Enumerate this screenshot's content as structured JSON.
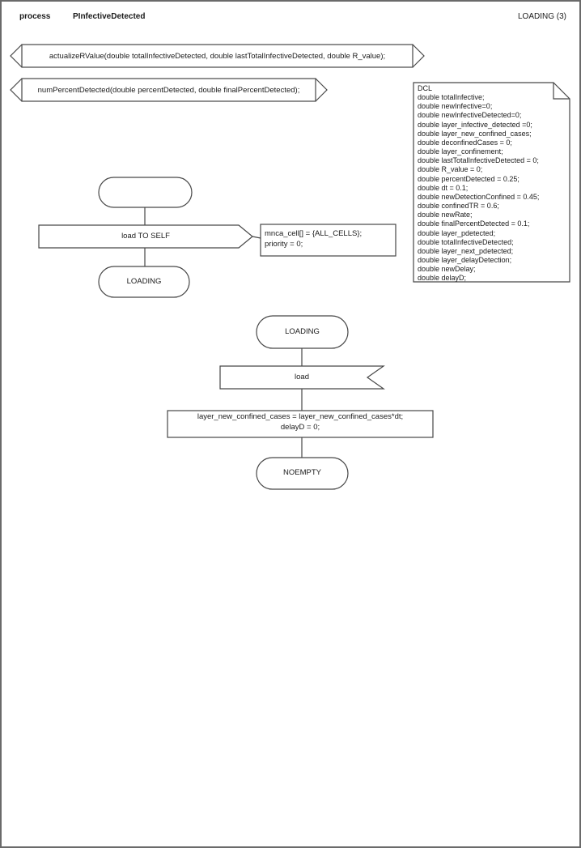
{
  "header": {
    "kind": "process",
    "name": "PInfectiveDetected",
    "page": "LOADING (3)"
  },
  "procedures": [
    "actualizeRValue(double totalInfectiveDetected, double lastTotalInfectiveDetected, double R_value);",
    "numPercentDetected(double percentDetected, double finalPercentDetected);"
  ],
  "declarations": {
    "lines": [
      "DCL",
      "double totalInfective;",
      "double newInfective=0;",
      "double newInfectiveDetected=0;",
      "double layer_infective_detected =0;",
      "double layer_new_confined_cases;",
      "double deconfinedCases = 0;",
      "double layer_confinement;",
      "double lastTotalInfectiveDetected = 0;",
      "double R_value = 0;",
      "double percentDetected = 0.25;",
      "double dt = 0.1;",
      "double newDetectionConfined = 0.45;",
      "double confinedTR = 0.6;",
      "double newRate;",
      "double finalPercentDetected = 0.1;",
      "double layer_pdetected;",
      "double totalInfectiveDetected;",
      "double layer_next_pdetected;",
      "double layer_delayDetection;",
      "double newDelay;",
      "double delayD;"
    ]
  },
  "transition_start": {
    "output_label": "load TO SELF",
    "output_comment": {
      "lines": [
        "mnca_cell[] = {ALL_CELLS};",
        "priority = 0;"
      ]
    },
    "next_state": "LOADING"
  },
  "transition_loading": {
    "state": "LOADING",
    "input_label": "load",
    "task": {
      "lines": [
        "layer_new_confined_cases = layer_new_confined_cases*dt;",
        "delayD = 0;"
      ]
    },
    "next_state": "NOEMPTY"
  },
  "colors": {
    "line": "#474747",
    "text": "#1a1a1a",
    "background": "#ffffff",
    "page_border": "#6a6a6a"
  }
}
